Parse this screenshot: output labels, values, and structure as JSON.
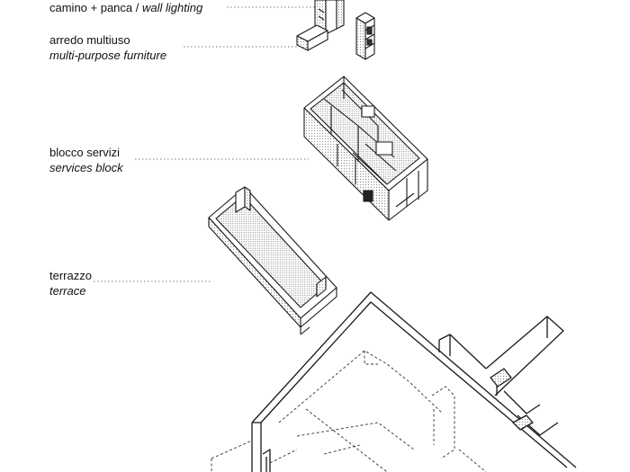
{
  "labels": {
    "fireplace": {
      "text": "camino + panca / ",
      "italic": "wall lighting"
    },
    "furniture": {
      "it_label": "arredo multiuso",
      "en_label": "multi-purpose furniture"
    },
    "services": {
      "it_label": "blocco servizi",
      "en_label": "services block"
    },
    "terrace": {
      "it_label": "terrazzo",
      "en_label": "terrace"
    }
  },
  "colors": {
    "line": "#1a1a1a",
    "hatch": "#9a9a9a",
    "leader": "#444444",
    "background": "#ffffff"
  }
}
